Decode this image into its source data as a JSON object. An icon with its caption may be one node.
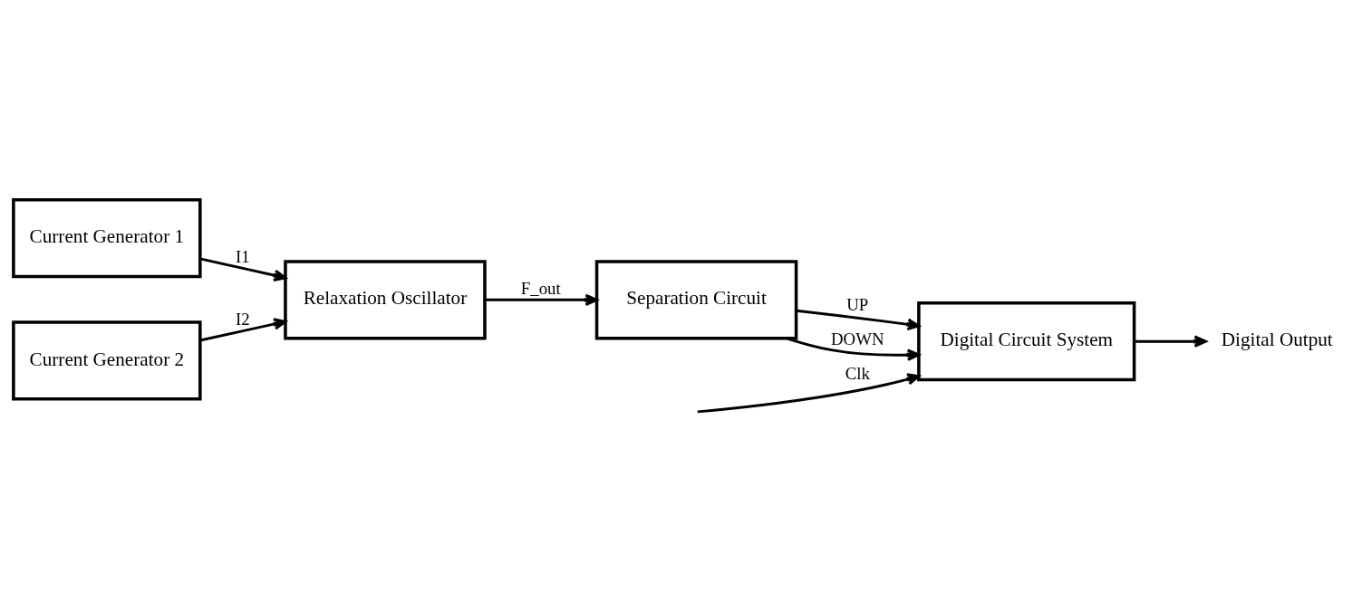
{
  "diagram": {
    "nodes": [
      {
        "text": [
          "Current Generator 1"
        ]
      },
      {
        "text": [
          "Current Generator 2"
        ]
      },
      {
        "text": [
          "Relaxation Oscillator"
        ]
      },
      {
        "text": [
          "Separation Circuit"
        ]
      },
      {
        "text": [
          "Digital Circuit System"
        ]
      },
      {
        "text": [
          "Digital Output"
        ]
      }
    ],
    "edges": [
      {
        "from": 0,
        "to": 2,
        "arrow": "to",
        "label": "I1"
      },
      {
        "from": 1,
        "to": 2,
        "arrow": "to",
        "label": "I2"
      },
      {
        "from": 2,
        "to": 3,
        "arrow": "to",
        "label": "F_out"
      },
      {
        "from": 3,
        "to": 4,
        "arrow": "to",
        "label": "UP"
      },
      {
        "from": 3,
        "to": 4,
        "arrow": "to",
        "label": "DOWN"
      },
      {
        "from": 4,
        "to": 5,
        "arrow": "to"
      },
      {
        "from": null,
        "to": 4,
        "arrow": "to",
        "label": "Clk"
      }
    ]
  }
}
